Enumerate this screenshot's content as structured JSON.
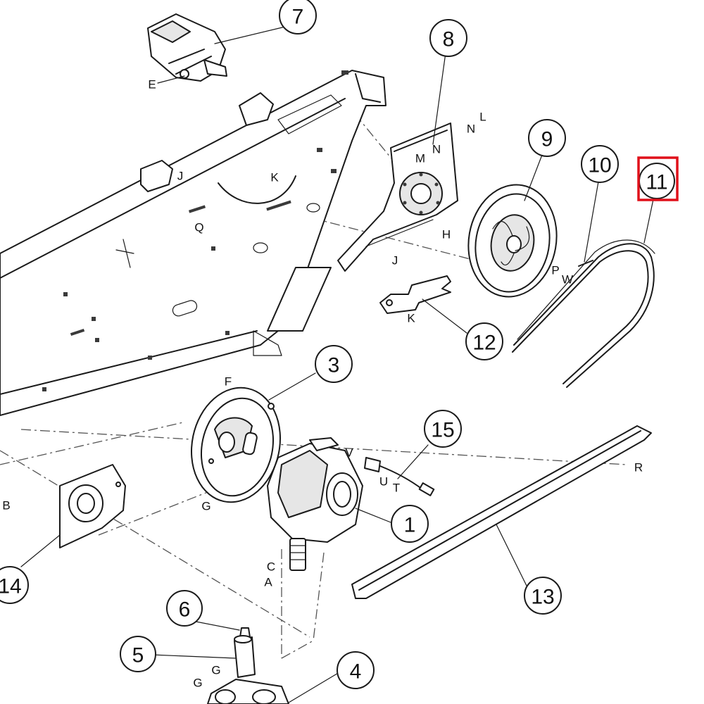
{
  "callouts": [
    {
      "id": "1",
      "label": "1"
    },
    {
      "id": "3",
      "label": "3"
    },
    {
      "id": "4",
      "label": "4"
    },
    {
      "id": "5",
      "label": "5"
    },
    {
      "id": "6",
      "label": "6"
    },
    {
      "id": "7",
      "label": "7"
    },
    {
      "id": "8",
      "label": "8"
    },
    {
      "id": "9",
      "label": "9"
    },
    {
      "id": "10",
      "label": "10"
    },
    {
      "id": "11",
      "label": "11"
    },
    {
      "id": "12",
      "label": "12"
    },
    {
      "id": "13",
      "label": "13"
    },
    {
      "id": "14",
      "label": "14"
    },
    {
      "id": "15",
      "label": "15"
    }
  ],
  "highlighted_callout": "11",
  "highlight_color": "#e0101a",
  "ref_letters": {
    "A": "A",
    "B": "B",
    "C": "C",
    "E": "E",
    "F": "F",
    "G": "G",
    "H": "H",
    "J": "J",
    "K": "K",
    "L": "L",
    "M": "M",
    "N": "N",
    "P": "P",
    "Q": "Q",
    "R": "R",
    "T": "T",
    "U": "U",
    "V": "V",
    "W": "W"
  }
}
